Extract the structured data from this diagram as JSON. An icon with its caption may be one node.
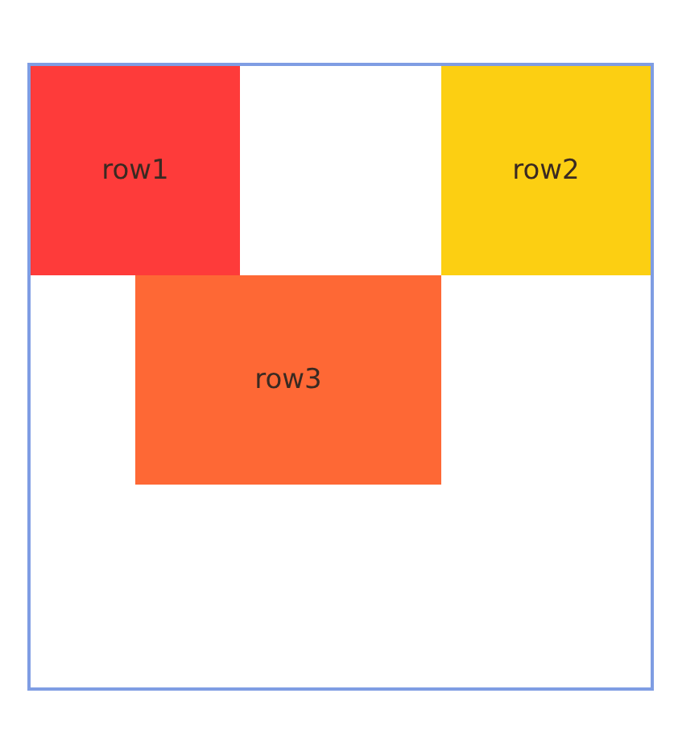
{
  "diagram": {
    "nodes": [
      {
        "text": [],
        "shape": "box"
      },
      {
        "text": [
          "row1"
        ],
        "in": 0
      },
      {
        "text": [
          "row2"
        ],
        "in": 0
      },
      {
        "text": [
          "row3"
        ],
        "in": 0
      }
    ]
  }
}
